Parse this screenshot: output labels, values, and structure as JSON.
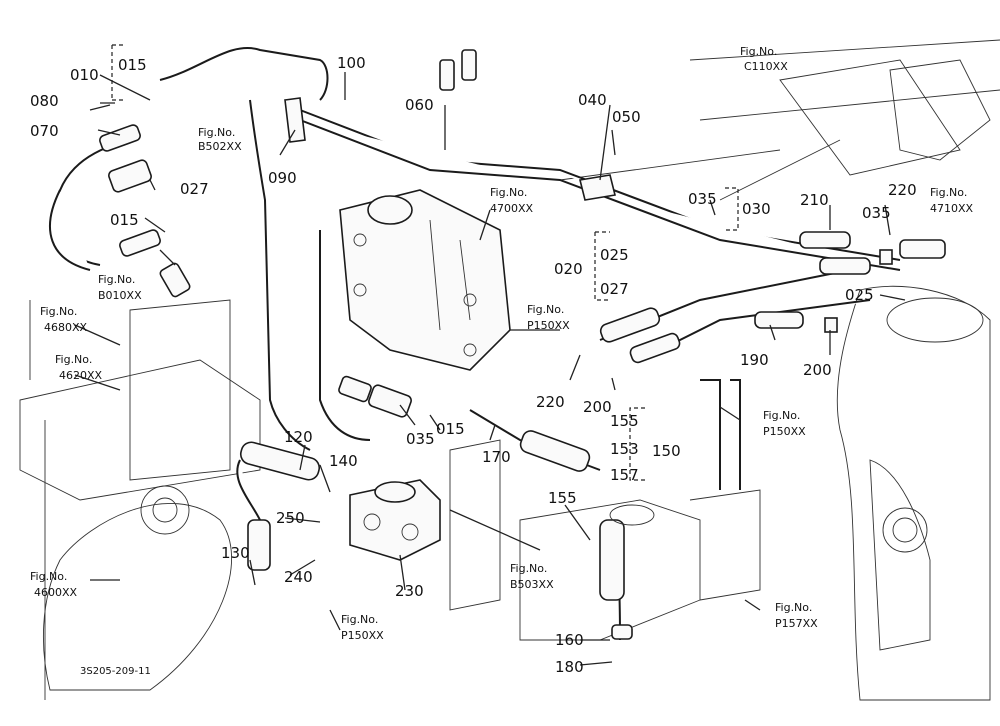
{
  "diagram": {
    "drawing_code": "3S205-209-11",
    "part_labels": {
      "p010": "010",
      "p015a": "015",
      "p100": "100",
      "p080": "080",
      "p070": "070",
      "p060": "060",
      "p040": "040",
      "p050": "050",
      "p090": "090",
      "p027a": "027",
      "p015b": "015",
      "p035a": "035",
      "p030": "030",
      "p210": "210",
      "p220a": "220",
      "p035b": "035",
      "p020": "020",
      "p025a": "025",
      "p027b": "027",
      "p025b": "025",
      "p190": "190",
      "p200a": "200",
      "p220b": "220",
      "p200b": "200",
      "p155a": "155",
      "p153": "153",
      "p157": "157",
      "p150": "150",
      "p170": "170",
      "p035c": "035",
      "p015c": "015",
      "p120": "120",
      "p140": "140",
      "p250": "250",
      "p130": "130",
      "p240": "240",
      "p230": "230",
      "p155b": "155",
      "p160": "160",
      "p180": "180"
    },
    "fig_refs": {
      "b502": [
        "Fig.No.",
        "B502XX"
      ],
      "c110": [
        "Fig.No.",
        "C110XX"
      ],
      "f4700": [
        "Fig.No.",
        "4700XX"
      ],
      "f4710": [
        "Fig.No.",
        "4710XX"
      ],
      "b010": [
        "Fig.No.",
        "B010XX"
      ],
      "f4680": [
        "Fig.No.",
        "4680XX"
      ],
      "f4620": [
        "Fig.No.",
        "4620XX"
      ],
      "p150a": [
        "Fig.No.",
        "P150XX"
      ],
      "p150b": [
        "Fig.No.",
        "P150XX"
      ],
      "p150c": [
        "Fig.No.",
        "P150XX"
      ],
      "b503": [
        "Fig.No.",
        "B503XX"
      ],
      "p157": [
        "Fig.No.",
        "P157XX"
      ],
      "f4600": [
        "Fig.No.",
        "4600XX"
      ]
    }
  }
}
